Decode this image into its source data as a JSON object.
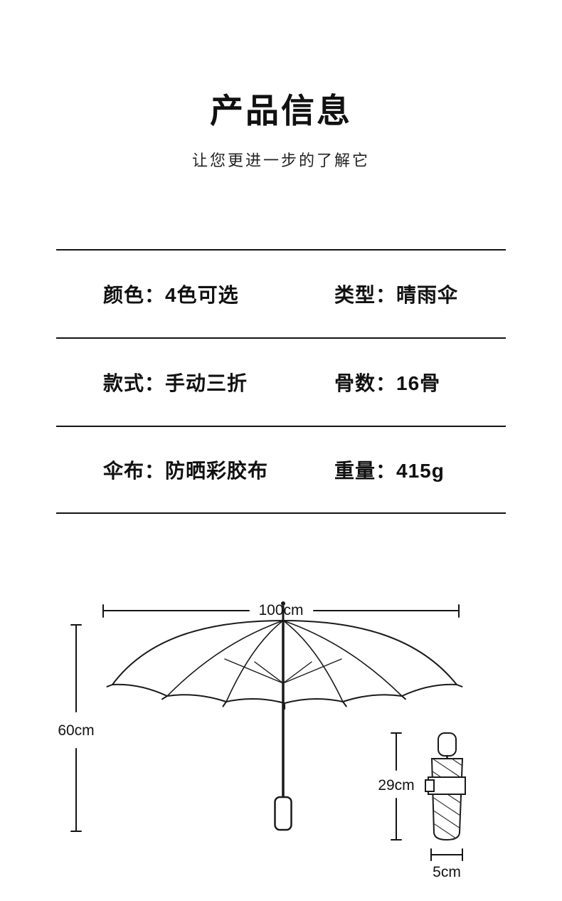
{
  "header": {
    "title": "产品信息",
    "subtitle": "让您更进一步的了解它"
  },
  "specs": {
    "rows": [
      {
        "left": "颜色：4色可选",
        "right": "类型：晴雨伞"
      },
      {
        "left": "款式：手动三折",
        "right": "骨数：16骨"
      },
      {
        "left": "伞布：防晒彩胶布",
        "right": "重量：415g"
      }
    ]
  },
  "diagram": {
    "open_width": "100cm",
    "open_height": "60cm",
    "folded_height": "29cm",
    "folded_width": "5cm"
  }
}
